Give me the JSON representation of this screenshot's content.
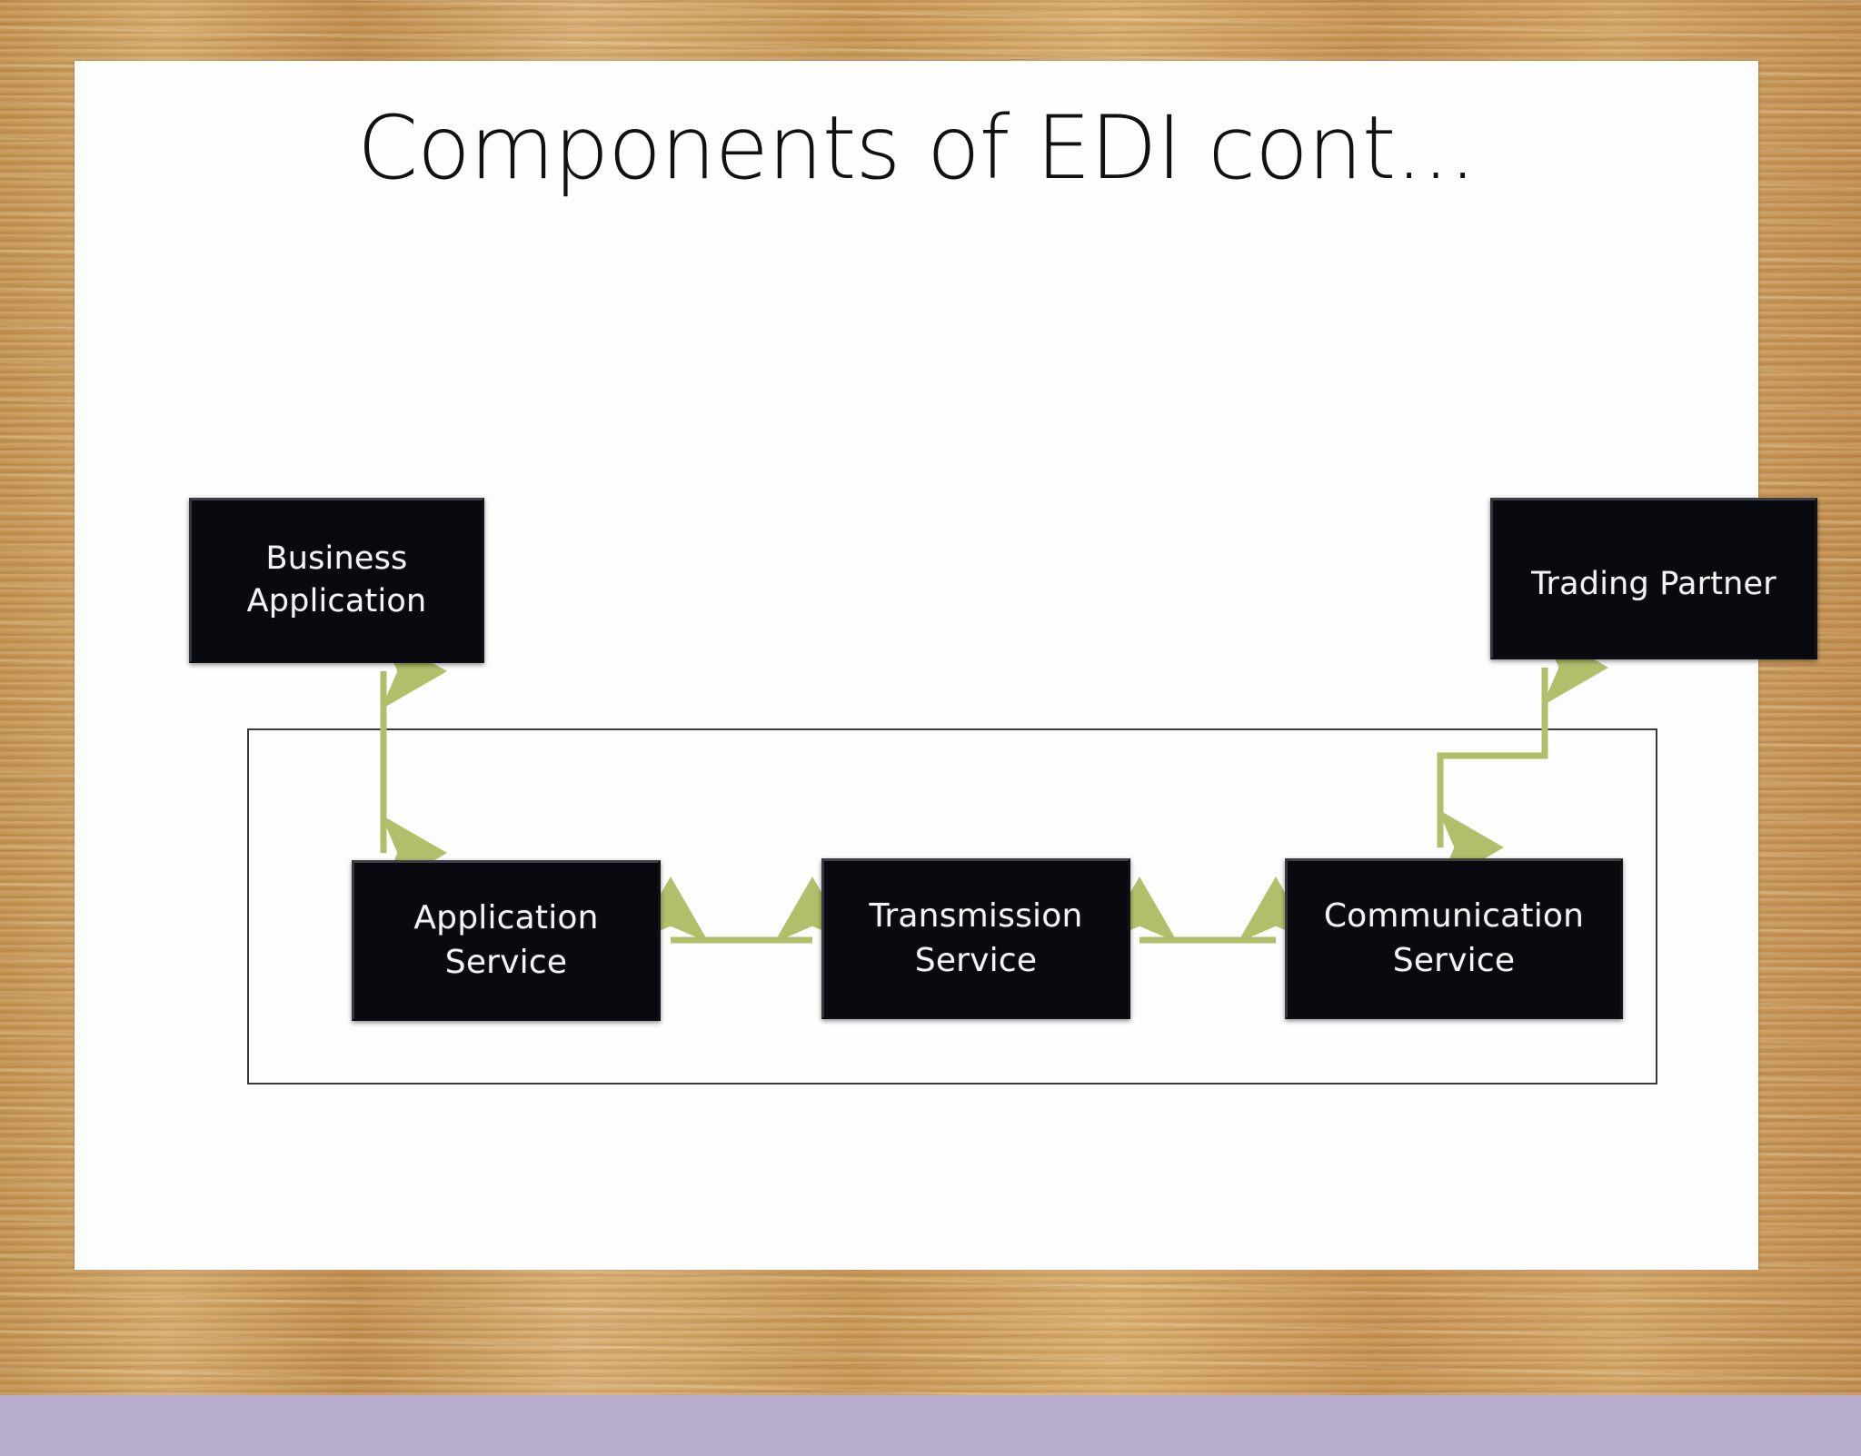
{
  "slide": {
    "title": "Components of EDI cont...",
    "background_style": "wood-frame",
    "slide_background_color": "#fdfdfd",
    "frame_color": "#c89a5e"
  },
  "diagram": {
    "accent_arrow_color": "#b0c06a",
    "box_fill_color": "#080a10",
    "box_text_color": "#f4f4f6",
    "container_border_color": "#3a3a3c",
    "nodes": [
      {
        "id": "business-application",
        "label": "Business\nApplication",
        "line1": "Business",
        "line2": "Application",
        "group": "outside"
      },
      {
        "id": "trading-partner",
        "label": "Trading Partner",
        "line1": "Trading Partner",
        "line2": "",
        "group": "outside"
      },
      {
        "id": "application-service",
        "label": "Application\nService",
        "line1": "Application",
        "line2": "Service",
        "group": "edi-system"
      },
      {
        "id": "transmission-service",
        "label": "Transmission\nService",
        "line1": "Transmission",
        "line2": "Service",
        "group": "edi-system"
      },
      {
        "id": "communication-service",
        "label": "Communication\nService",
        "line1": "Communication",
        "line2": "Service",
        "group": "edi-system"
      }
    ],
    "container": {
      "id": "edi-system-container",
      "label": ""
    },
    "edges": [
      {
        "id": "edge-business-application",
        "from": "business-application",
        "to": "application-service",
        "direction": "bidirectional",
        "shape": "vertical"
      },
      {
        "id": "edge-application-transmission",
        "from": "application-service",
        "to": "transmission-service",
        "direction": "bidirectional",
        "shape": "horizontal"
      },
      {
        "id": "edge-transmission-communication",
        "from": "transmission-service",
        "to": "communication-service",
        "direction": "bidirectional",
        "shape": "horizontal"
      },
      {
        "id": "edge-communication-trading",
        "from": "communication-service",
        "to": "trading-partner",
        "direction": "bidirectional",
        "shape": "elbow-z"
      }
    ]
  }
}
